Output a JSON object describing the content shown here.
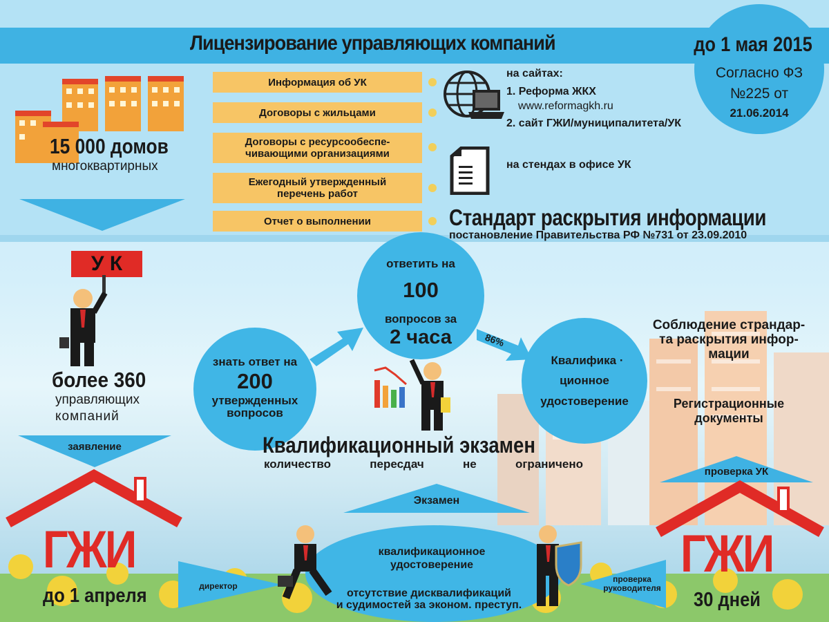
{
  "header": {
    "title": "Лицензирование управляющих компаний",
    "deadline": "до 1 мая 2015",
    "law_line1": "Согласно ФЗ",
    "law_line2": "№225 от",
    "law_date": "21.06.2014"
  },
  "houses": {
    "count": "15 000  домов",
    "subtitle": "многоквартирных"
  },
  "info_items": [
    {
      "lines": [
        "Информация об УК"
      ]
    },
    {
      "lines": [
        "Договоры с жильцами"
      ]
    },
    {
      "lines": [
        "Договоры с ресурсообеспе-",
        "чивающими организациями"
      ]
    },
    {
      "lines": [
        "Ежегодный утвержденный",
        "перечень работ"
      ]
    },
    {
      "lines": [
        "Отчет о выполнении"
      ]
    }
  ],
  "sites": {
    "heading": "на сайтах:",
    "item1": "1. Реформа ЖКХ",
    "url": "www.reformagkh.ru",
    "item2": "2. сайт ГЖИ/муниципалитета/УК",
    "stands": "на стендах в офисе УК"
  },
  "standard": {
    "title": "Стандарт раскрытия информации",
    "subtitle": "постановление Правительства РФ №731 от 23.09.2010"
  },
  "uk": {
    "sign": "У К",
    "count": "более 360",
    "sub1": "управляющих",
    "sub2": "компаний",
    "application": "заявление"
  },
  "exam": {
    "know_line1": "знать ответ на",
    "know_number": "200",
    "know_line2": "утвержденных",
    "know_line3": "вопросов",
    "answer_line1": "ответить на",
    "answer_number": "100",
    "answer_line2": "вопросов за",
    "answer_time": "2 часа",
    "percent": "86%",
    "cert_line1": "Квалифика  ·",
    "cert_line2": "ционное",
    "cert_line3": "удостоверение",
    "title": "Квалификационный экзамен",
    "sub_words": [
      "количество",
      "пересдач",
      "не",
      "ограничено"
    ]
  },
  "right_block": {
    "compliance": [
      "Соблюдение страндар-",
      "та раскрытия  инфор-",
      "мации"
    ],
    "registration": [
      "Регистрационные",
      "документы"
    ],
    "check": "проверка УК"
  },
  "bottom": {
    "gzhi_left": "ГЖИ",
    "gzhi_right": "ГЖИ",
    "deadline_left": "до 1 апреля",
    "deadline_right": "30 дней",
    "exam_label": "Экзамен",
    "director": "директор",
    "check_head_line1": "проверка",
    "check_head_line2": "руководителя",
    "cert_line1": "квалификационное",
    "cert_line2": "удостоверение",
    "disq_line1": "отсутствие дисквалификаций",
    "disq_line2": "и судимостей за эконом. преступ."
  },
  "colors": {
    "title_bar": "#3fb2e3",
    "circle": "#40b6e6",
    "info_item": "#f7c565",
    "sign_red": "#e02b26",
    "gzhi_red": "#e02b26"
  }
}
